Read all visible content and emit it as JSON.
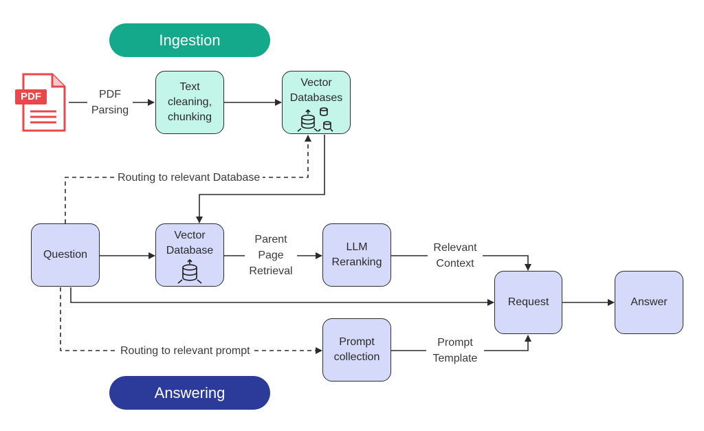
{
  "phases": {
    "ingestion": {
      "label": "Ingestion",
      "color": "#14a98b"
    },
    "answering": {
      "label": "Answering",
      "color": "#2c3a9a"
    }
  },
  "nodes": {
    "pdf_file": {
      "badge": "PDF",
      "icon": "pdf-file-icon",
      "color": "#e8474c"
    },
    "text_cleaning": {
      "label": "Text\ncleaning,\nchunking"
    },
    "vector_databases": {
      "label": "Vector\nDatabases",
      "icon": "multi-database-icon"
    },
    "question": {
      "label": "Question"
    },
    "vector_database": {
      "label": "Vector\nDatabase",
      "icon": "database-icon"
    },
    "llm_reranking": {
      "label": "LLM\nReranking"
    },
    "prompt_collection": {
      "label": "Prompt\ncollection"
    },
    "request": {
      "label": "Request"
    },
    "answer": {
      "label": "Answer"
    }
  },
  "edges": {
    "pdf_parsing": "PDF\nParsing",
    "routing_database": "Routing to relevant Database",
    "parent_page_retrieval": "Parent\nPage\nRetrieval",
    "relevant_context": "Relevant\nContext",
    "routing_prompt": "Routing to relevant prompt",
    "prompt_template": "Prompt\nTemplate"
  },
  "colors": {
    "ingestion_node": "#c3f5e8",
    "answering_node": "#d6dafa",
    "line": "#2b2b2b"
  }
}
